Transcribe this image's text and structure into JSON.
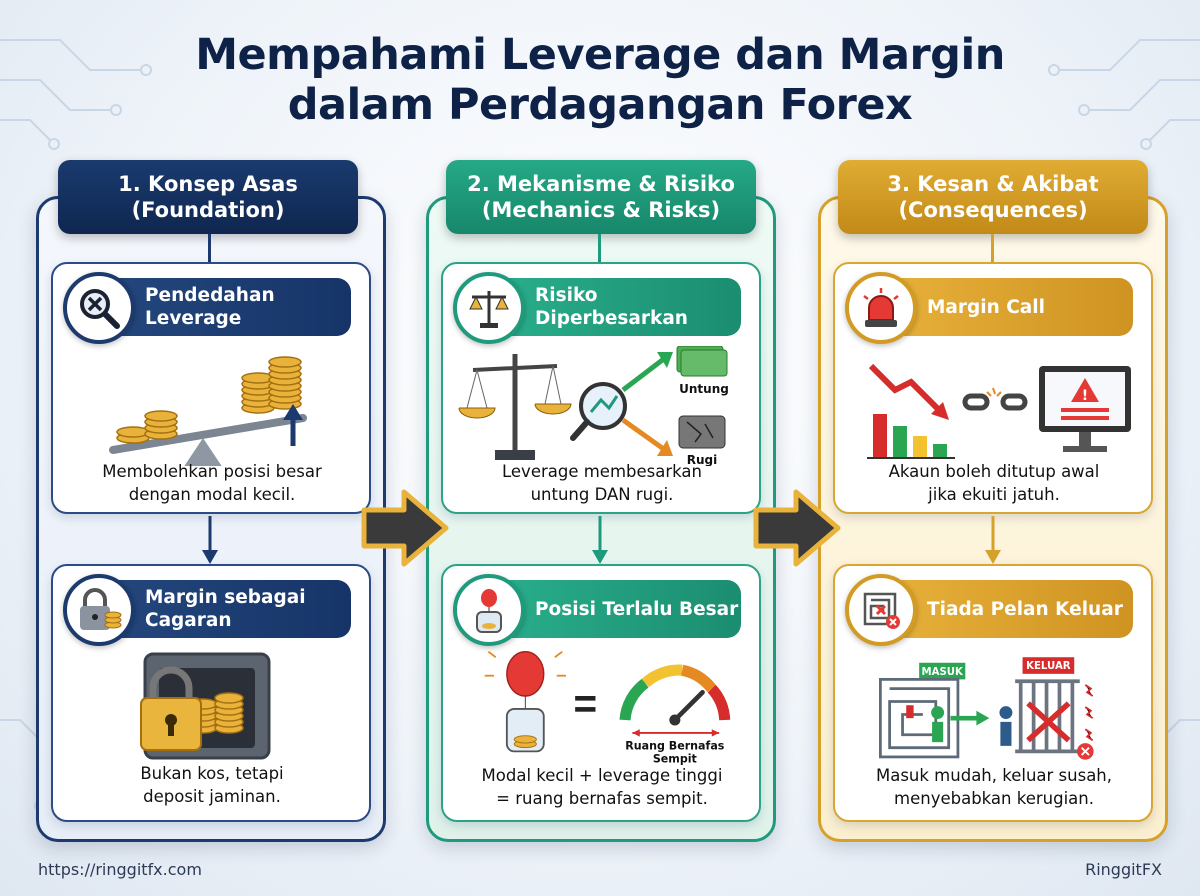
{
  "title": {
    "line1": "Mempahami Leverage dan Margin",
    "line2": "dalam Perdagangan Forex"
  },
  "columns": [
    {
      "header_line1": "1. Konsep Asas",
      "header_line2": "(Foundation)",
      "cards": [
        {
          "title_line1": "Pendedahan",
          "title_line2": "Leverage",
          "icon": "magnifier-x-icon",
          "caption_line1": "Membolehkan posisi besar",
          "caption_line2": "dengan modal kecil."
        },
        {
          "title_line1": "Margin sebagai",
          "title_line2": "Cagaran",
          "icon": "padlock-coins-icon",
          "caption_line1": "Bukan kos, tetapi",
          "caption_line2": "deposit jaminan."
        }
      ]
    },
    {
      "header_line1": "2. Mekanisme & Risiko",
      "header_line2": "(Mechanics & Risks)",
      "cards": [
        {
          "title_line1": "Risiko",
          "title_line2": "Diperbesarkan",
          "icon": "scale-icon",
          "caption_line1": "Leverage membesarkan",
          "caption_line2": "untung DAN rugi.",
          "label_profit": "Untung",
          "label_loss": "Rugi"
        },
        {
          "title_line1": "Posisi Terlalu Besar",
          "title_line2": "",
          "icon": "balloon-jar-icon",
          "caption_line1": "Modal kecil + leverage tinggi",
          "caption_line2": "= ruang bernafas sempit.",
          "gauge_label_line1": "Ruang Bernafas",
          "gauge_label_line2": "Sempit"
        }
      ]
    },
    {
      "header_line1": "3. Kesan & Akibat",
      "header_line2": "(Consequences)",
      "cards": [
        {
          "title_line1": "Margin Call",
          "title_line2": "",
          "icon": "siren-icon",
          "caption_line1": "Akaun boleh ditutup awal",
          "caption_line2": "jika ekuiti jatuh."
        },
        {
          "title_line1": "Tiada Pelan Keluar",
          "title_line2": "",
          "icon": "maze-icon",
          "caption_line1": "Masuk mudah, keluar susah,",
          "caption_line2": "menyebabkan kerugian.",
          "sign_enter": "MASUK",
          "sign_exit": "KELUAR"
        }
      ]
    }
  ],
  "footer": {
    "url": "https://ringgitfx.com",
    "brand": "RinggitFX"
  },
  "colors": {
    "navy": "#1c3a6d",
    "teal": "#1f9a7c",
    "gold": "#d6a12a"
  }
}
